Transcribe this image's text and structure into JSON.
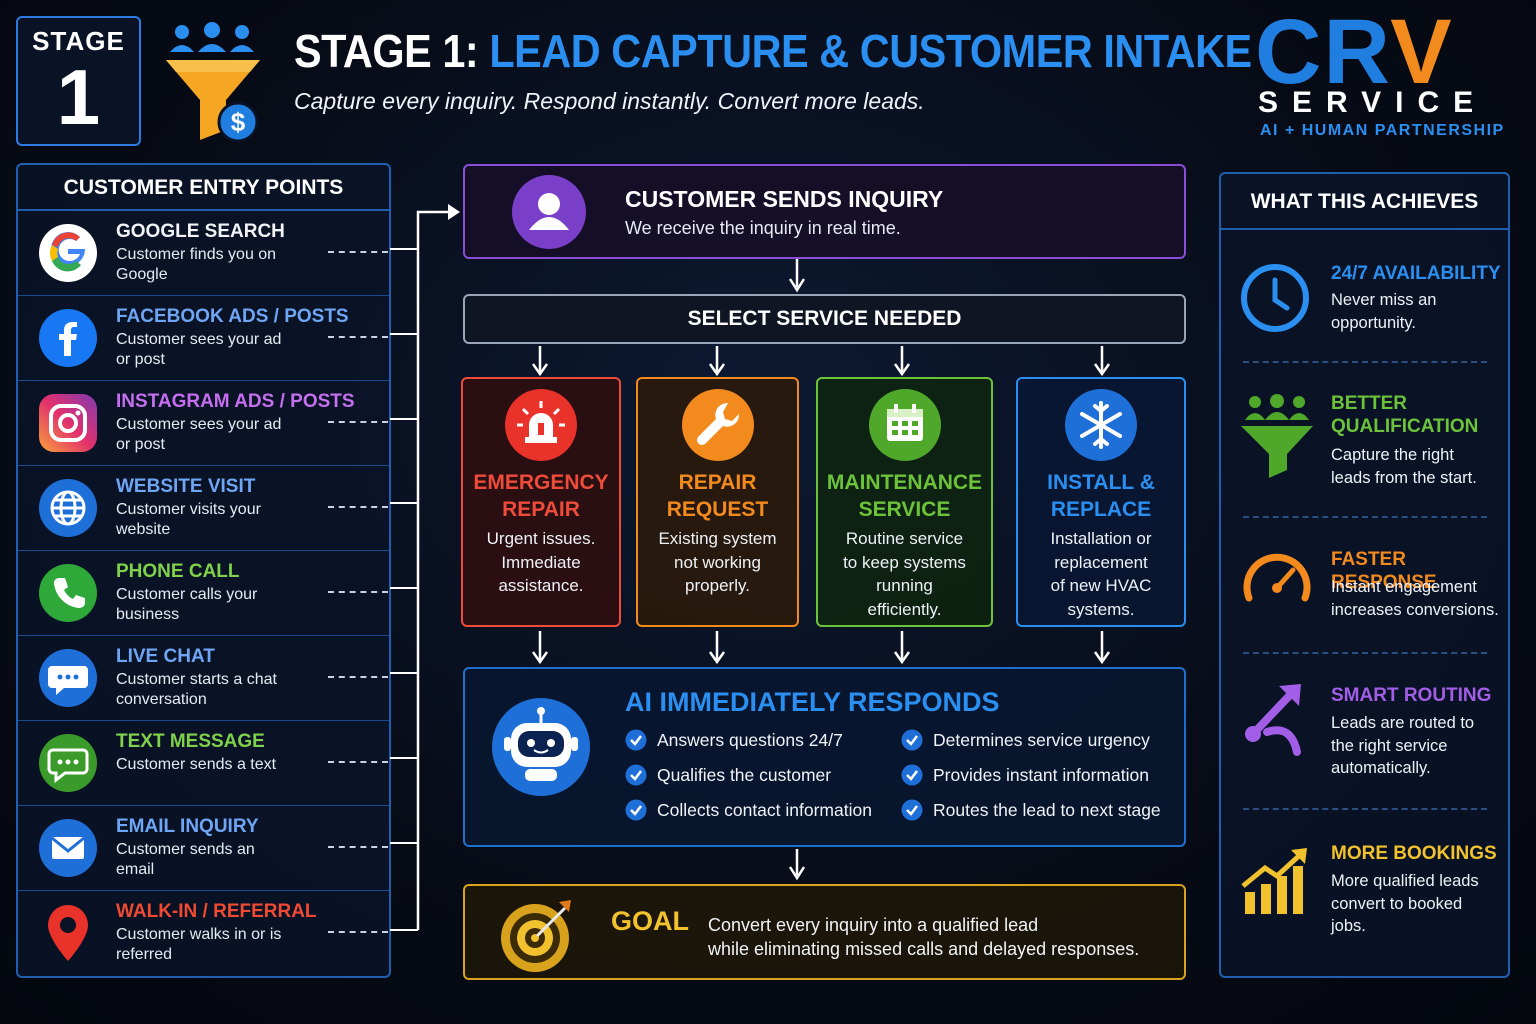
{
  "header": {
    "stage_label": "STAGE",
    "stage_number": "1",
    "title_prefix": "STAGE 1:",
    "title_main": "LEAD CAPTURE & CUSTOMER INTAKE",
    "subtitle": "Capture every inquiry. Respond instantly. Convert more leads.",
    "funnel_icon": "people-funnel-dollar-icon"
  },
  "logo": {
    "c": "C",
    "r": "R",
    "v": "V",
    "service": "SERVICE",
    "tagline": "AI + HUMAN PARTNERSHIP"
  },
  "entry_points": {
    "heading": "CUSTOMER ENTRY POINTS",
    "items": [
      {
        "title": "GOOGLE SEARCH",
        "desc": "Customer finds you on Google",
        "color": "#f2f4f8",
        "icon": "google-icon"
      },
      {
        "title": "FACEBOOK ADS / POSTS",
        "desc": "Customer sees your ad or post",
        "color": "#6ea6f5",
        "icon": "facebook-icon"
      },
      {
        "title": "INSTAGRAM ADS / POSTS",
        "desc": "Customer sees your ad or post",
        "color": "#c56ef0",
        "icon": "instagram-icon"
      },
      {
        "title": "WEBSITE VISIT",
        "desc": "Customer visits your website",
        "color": "#6ea6f5",
        "icon": "globe-icon"
      },
      {
        "title": "PHONE CALL",
        "desc": "Customer calls your business",
        "color": "#7fd24a",
        "icon": "phone-icon"
      },
      {
        "title": "LIVE CHAT",
        "desc": "Customer starts a chat conversation",
        "color": "#6ea6f5",
        "icon": "chat-icon"
      },
      {
        "title": "TEXT MESSAGE",
        "desc": "Customer sends a text",
        "color": "#7fd24a",
        "icon": "message-icon"
      },
      {
        "title": "EMAIL INQUIRY",
        "desc": "Customer sends an email",
        "color": "#6ea6f5",
        "icon": "email-icon"
      },
      {
        "title": "WALK-IN / REFERRAL",
        "desc": "Customer walks in or is referred",
        "color": "#f04a32",
        "icon": "location-pin-icon"
      }
    ]
  },
  "inquiry": {
    "title": "CUSTOMER SENDS INQUIRY",
    "desc": "We receive the inquiry in real time.",
    "icon": "user-icon"
  },
  "select_service": "SELECT SERVICE NEEDED",
  "services": [
    {
      "title1": "EMERGENCY",
      "title2": "REPAIR",
      "desc": [
        "Urgent issues.",
        "Immediate",
        "assistance."
      ],
      "color": "#ee4b3a",
      "icon": "siren-icon"
    },
    {
      "title1": "REPAIR",
      "title2": "REQUEST",
      "desc": [
        "Existing system",
        "not working",
        "properly."
      ],
      "color": "#f28a1e",
      "icon": "wrench-icon"
    },
    {
      "title1": "MAINTENANCE",
      "title2": "SERVICE",
      "desc": [
        "Routine service",
        "to keep systems",
        "running",
        "efficiently."
      ],
      "color": "#6cc33a",
      "icon": "calendar-icon"
    },
    {
      "title1": "INSTALL &",
      "title2": "REPLACE",
      "desc": [
        "Installation or",
        "replacement",
        "of new HVAC",
        "systems."
      ],
      "color": "#2a8ff0",
      "icon": "snowflake-icon"
    }
  ],
  "ai": {
    "title": "AI IMMEDIATELY RESPONDS",
    "icon": "robot-icon",
    "items_left": [
      "Answers questions 24/7",
      "Qualifies the customer",
      "Collects contact information"
    ],
    "items_right": [
      "Determines service urgency",
      "Provides instant information",
      "Routes the lead to next stage"
    ]
  },
  "goal": {
    "title": "GOAL",
    "line1": "Convert every inquiry into a qualified lead",
    "line2": "while eliminating missed calls and delayed responses.",
    "icon": "target-icon"
  },
  "achieves": {
    "heading": "WHAT THIS ACHIEVES",
    "items": [
      {
        "title": [
          "24/7 AVAILABILITY"
        ],
        "desc": [
          "Never miss an",
          "opportunity."
        ],
        "color": "#2a8ff0",
        "icon": "clock-icon"
      },
      {
        "title": [
          "BETTER",
          "QUALIFICATION"
        ],
        "desc": [
          "Capture the right",
          "leads from the start."
        ],
        "color": "#6cc33a",
        "icon": "people-funnel-icon"
      },
      {
        "title": [
          "FASTER RESPONSE"
        ],
        "desc": [
          "Instant engagement",
          "increases conversions."
        ],
        "color": "#f28a1e",
        "icon": "speedometer-icon"
      },
      {
        "title": [
          "SMART ROUTING"
        ],
        "desc": [
          "Leads are routed to",
          "the right service",
          "automatically."
        ],
        "color": "#a35ee8",
        "icon": "route-arrow-icon"
      },
      {
        "title": [
          "MORE BOOKINGS"
        ],
        "desc": [
          "More qualified leads",
          "convert to booked",
          "jobs."
        ],
        "color": "#f2c12e",
        "icon": "growth-chart-icon"
      }
    ]
  }
}
